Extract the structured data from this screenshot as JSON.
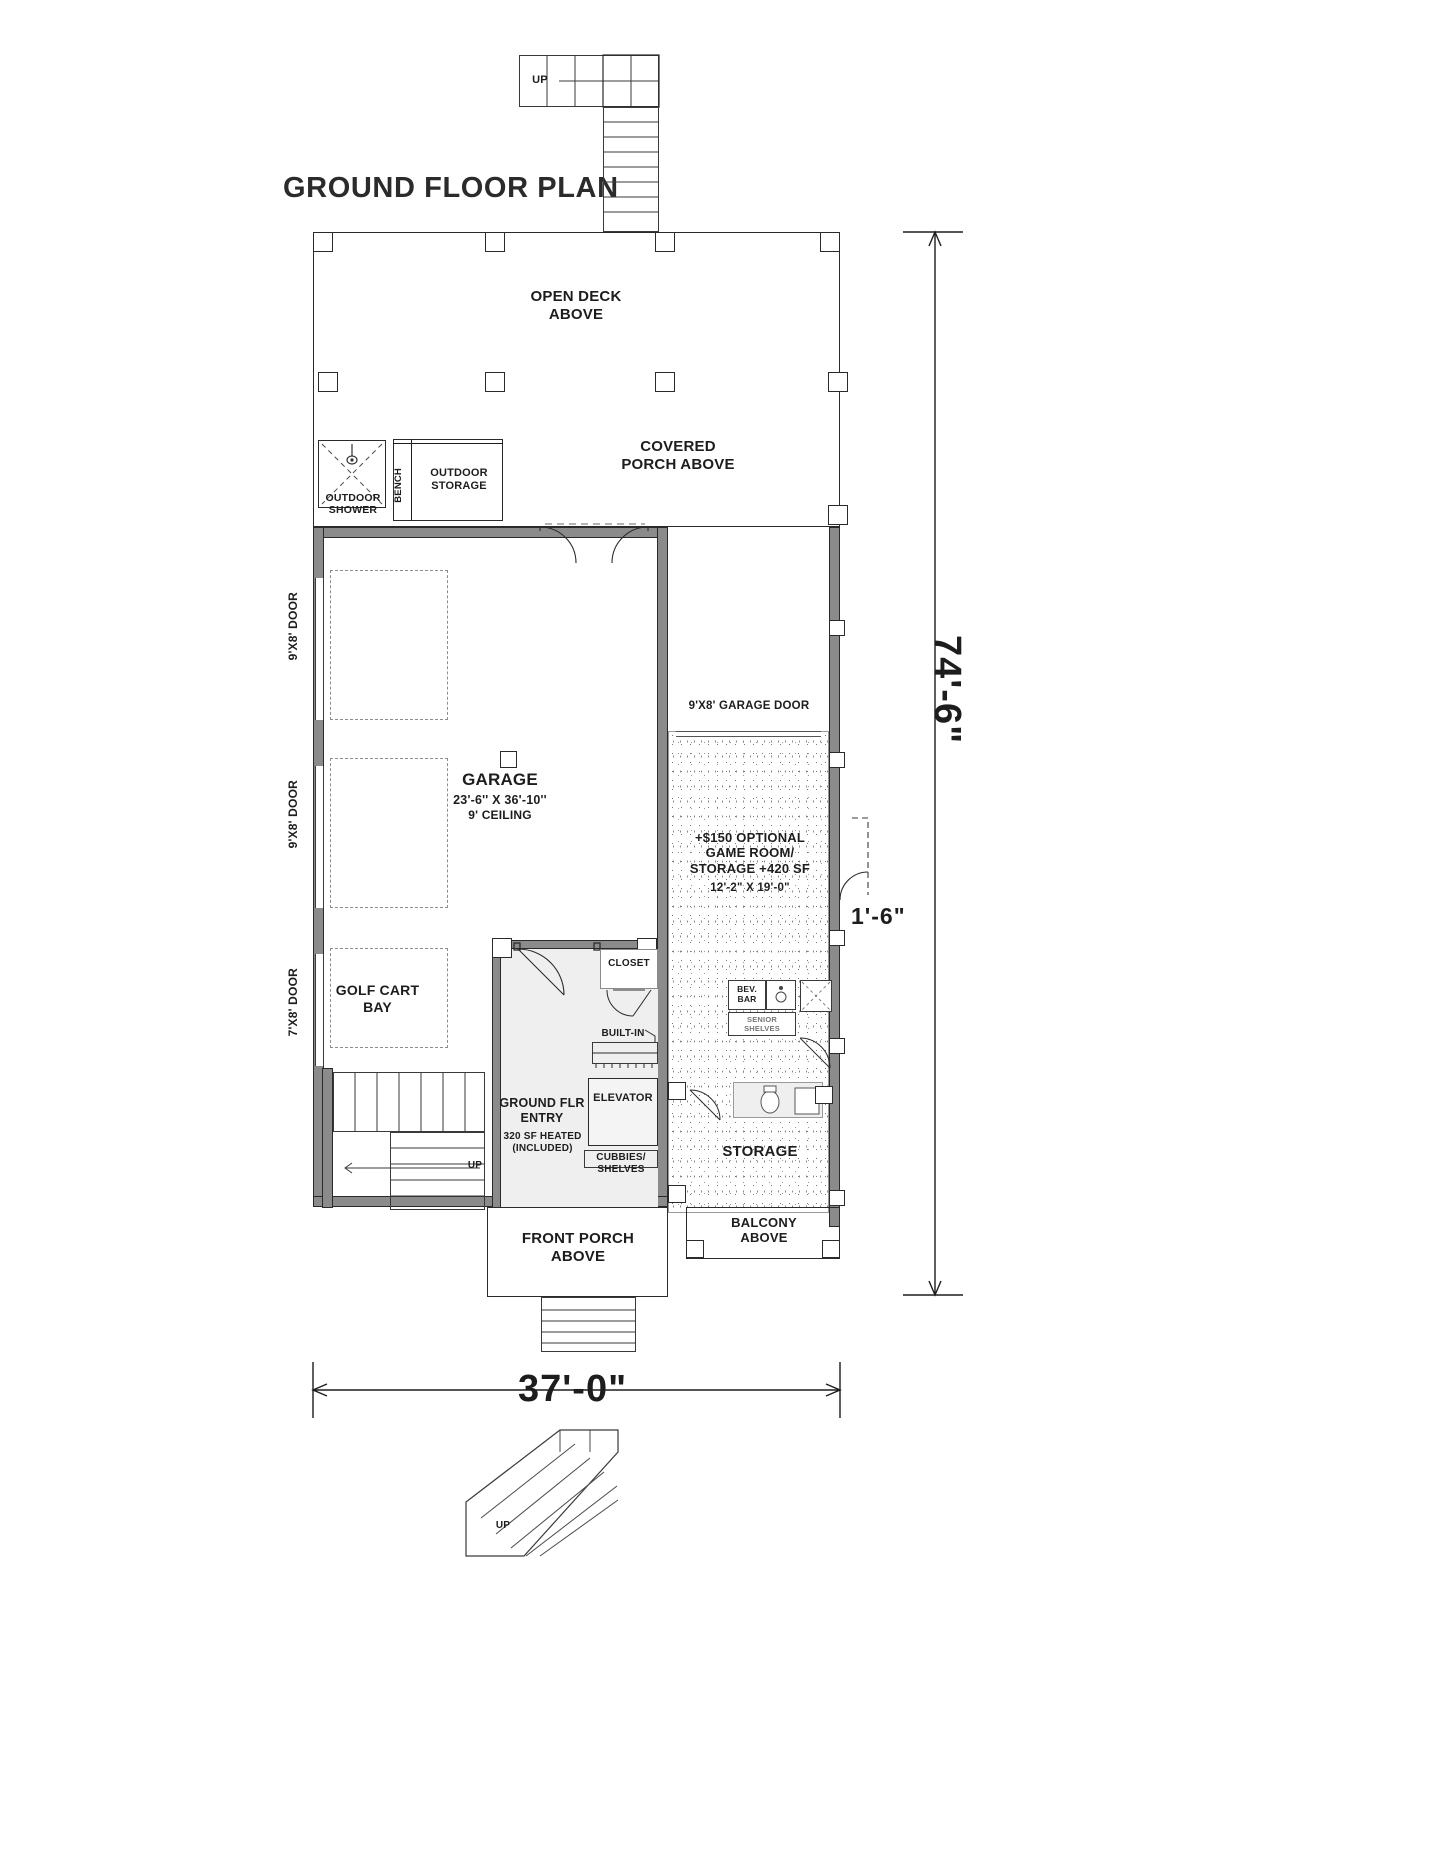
{
  "plan": {
    "title": "GROUND FLOOR PLAN",
    "overall_width": "37'-0\"",
    "overall_depth": "74'-6\"",
    "offset_dim": "1'-6\""
  },
  "labels": {
    "open_deck": "OPEN DECK\nABOVE",
    "covered_porch": "COVERED\nPORCH ABOVE",
    "outdoor_shower": "OUTDOOR\nSHOWER",
    "outdoor_storage": "OUTDOOR\nSTORAGE",
    "bench": "BENCH",
    "garage_name": "GARAGE",
    "garage_size": "23'-6'' X 36'-10''",
    "garage_ceiling": "9' CEILING",
    "door_9x8_top": "9'X8' DOOR",
    "door_9x8_mid": "9'X8' DOOR",
    "door_7x8": "7'X8' DOOR",
    "golf_cart_bay": "GOLF CART\nBAY",
    "garage_door_right": "9'X8' GARAGE DOOR",
    "game_room": "+$150 OPTIONAL\nGAME ROOM/\nSTORAGE +420 SF",
    "game_room_size": "12'-2\" X 19'-0\"",
    "closet": "CLOSET",
    "built_in": "BUILT-IN",
    "elevator": "ELEVATOR",
    "ground_flr_entry": "GROUND FLR\nENTRY",
    "entry_sf": "320 SF HEATED\n(INCLUDED)",
    "cubbies": "CUBBIES/\nSHELVES",
    "bev_bar": "BEV.\nBAR",
    "senior_shelves": "SENIOR\nSHELVES",
    "storage": "STORAGE",
    "front_porch": "FRONT PORCH\nABOVE",
    "balcony": "BALCONY\nABOVE",
    "up_top": "UP",
    "up_stair_left": "UP",
    "up_bottom": "UP"
  },
  "colors": {
    "ink": "#1d1d1d",
    "wall": "#8b8b8b",
    "room_fill": "#efefef",
    "stipple": "#888888"
  }
}
